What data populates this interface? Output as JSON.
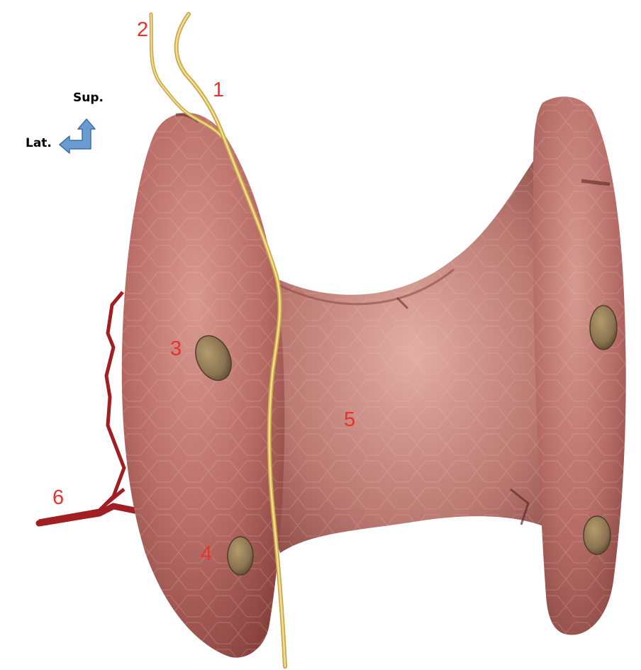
{
  "orientation": {
    "superior_label": "Sup.",
    "lateral_label": "Lat.",
    "arrow_icon": "corner-up-left-arrow-icon",
    "arrow_color": "#6a9bd1"
  },
  "callouts": {
    "n1": "1",
    "n2": "2",
    "n3": "3",
    "n4": "4",
    "n5": "5",
    "n6": "6"
  },
  "colors": {
    "callout_text": "#e8322e",
    "gland_tissue": "#b56b66",
    "gland_highlight": "#e9b3aa",
    "nerve": "#d9bc5a",
    "artery": "#a31f22",
    "parathyroid": "#8c7650"
  }
}
